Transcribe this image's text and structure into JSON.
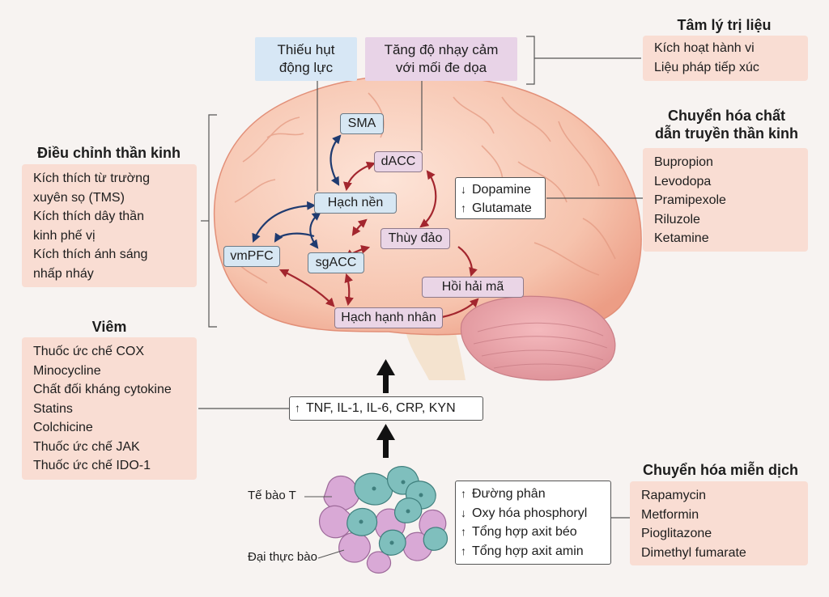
{
  "top_boxes": {
    "motivation_deficit": [
      "Thiếu hụt",
      "động lực"
    ],
    "threat_sensitivity": [
      "Tăng độ nhạy cảm",
      "với mối đe dọa"
    ]
  },
  "psychotherapy": {
    "title": "Tâm lý trị liệu",
    "items": [
      "Kích hoạt hành vi",
      "Liệu pháp tiếp xúc"
    ]
  },
  "neurotransmitter_metabolism": {
    "title": [
      "Chuyển hóa chất",
      "dẫn truyền thần kinh"
    ],
    "items": [
      "Bupropion",
      "Levodopa",
      "Pramipexole",
      "Riluzole",
      "Ketamine"
    ]
  },
  "neuromodulation": {
    "title": "Điều chỉnh thần kinh",
    "items": [
      "Kích thích từ trường",
      "xuyên sọ (TMS)",
      "Kích thích dây thần",
      "kinh phế vị",
      "Kích thích ánh sáng",
      "nhấp nháy"
    ]
  },
  "inflammation": {
    "title": "Viêm",
    "items": [
      "Thuốc ức chế COX",
      "Minocycline",
      "Chất đối kháng cytokine",
      "Statins",
      "Colchicine",
      "Thuốc ức chế JAK",
      "Thuốc ức chế IDO-1"
    ]
  },
  "immunometabolism": {
    "title": "Chuyển hóa miễn dịch",
    "items": [
      "Rapamycin",
      "Metformin",
      "Pioglitazone",
      "Dimethyl fumarate"
    ]
  },
  "brain_regions": {
    "sma": "SMA",
    "dacc": "dACC",
    "basal_ganglia": "Hạch nền",
    "vmpfc": "vmPFC",
    "sgacc": "sgACC",
    "insula": "Thùy đảo",
    "hippocampus": "Hồi hải mã",
    "amygdala": "Hạch hạnh nhân"
  },
  "neurotransmitter_changes": {
    "dopamine": "Dopamine",
    "glutamate": "Glutamate",
    "dopamine_dir": "down",
    "glutamate_dir": "up"
  },
  "cytokines": "TNF, IL-1, IL-6, CRP, KYN",
  "cell_labels": {
    "t_cell": "Tế bào T",
    "macrophage": "Đại thực bào"
  },
  "metabolic_changes": [
    {
      "dir": "up",
      "label": "Đường phân"
    },
    {
      "dir": "down",
      "label": "Oxy hóa phosphoryl"
    },
    {
      "dir": "up",
      "label": "Tổng hợp axit béo"
    },
    {
      "dir": "up",
      "label": "Tổng hợp axit amin"
    }
  ],
  "colors": {
    "peach_box": "#f9ddd3",
    "blue_node": "#d7e7f3",
    "pink_node": "#ead5e6",
    "blue_arrow": "#1f3b70",
    "red_arrow": "#a3262e",
    "t_cell": "#7fbfbd",
    "macrophage": "#d9a9d6"
  }
}
